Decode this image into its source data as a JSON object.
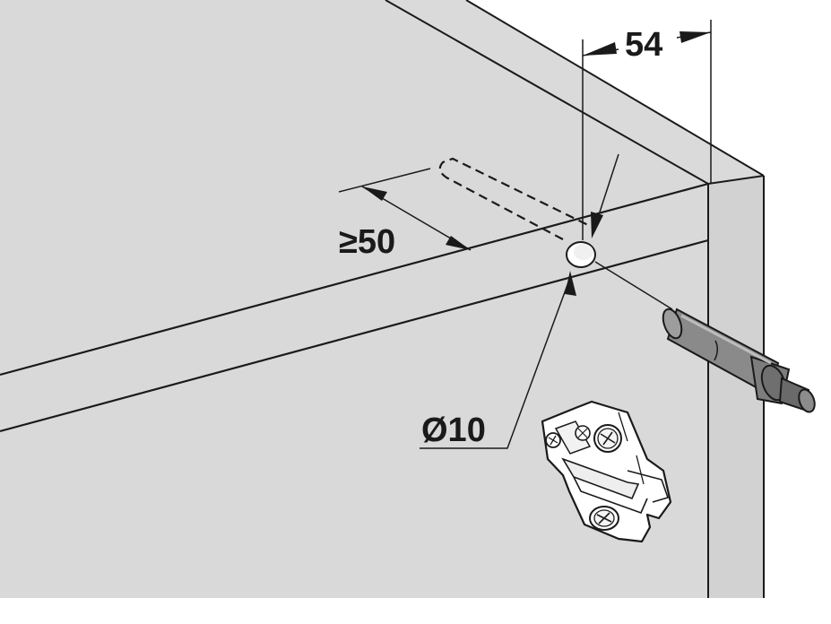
{
  "dimensions": {
    "top_offset": "54",
    "min_distance": "≥50",
    "hole_diameter": "Ø10"
  },
  "colors": {
    "panel_fill": "#d9d9d9",
    "line": "#1a1a1a",
    "background": "#ffffff"
  },
  "parts": [
    "panel-corner",
    "drill-hole",
    "push-to-open-damper",
    "hinge-mounting-plate"
  ]
}
